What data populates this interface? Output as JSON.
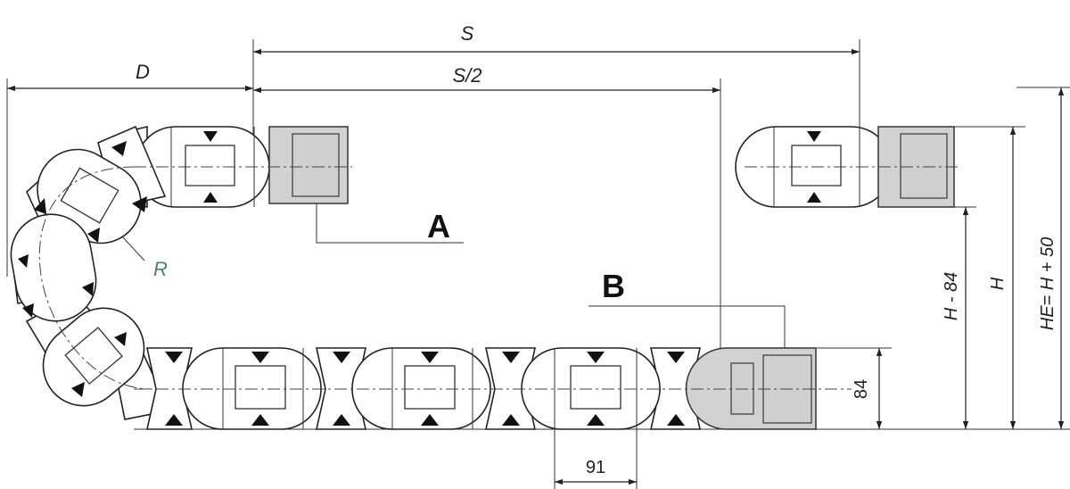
{
  "labels": {
    "dim_s": "S",
    "dim_s_half": "S/2",
    "dim_d": "D",
    "label_a": "A",
    "label_b": "B",
    "radius": "R",
    "dim_pitch": "91",
    "dim_height": "84",
    "dim_h_minus": "H - 84",
    "dim_h": "H",
    "dim_he": "HE= H + 50"
  },
  "colors": {
    "line": "#222222",
    "end_bracket": "#d2d2d2",
    "radius_label": "#4f7f6f"
  }
}
